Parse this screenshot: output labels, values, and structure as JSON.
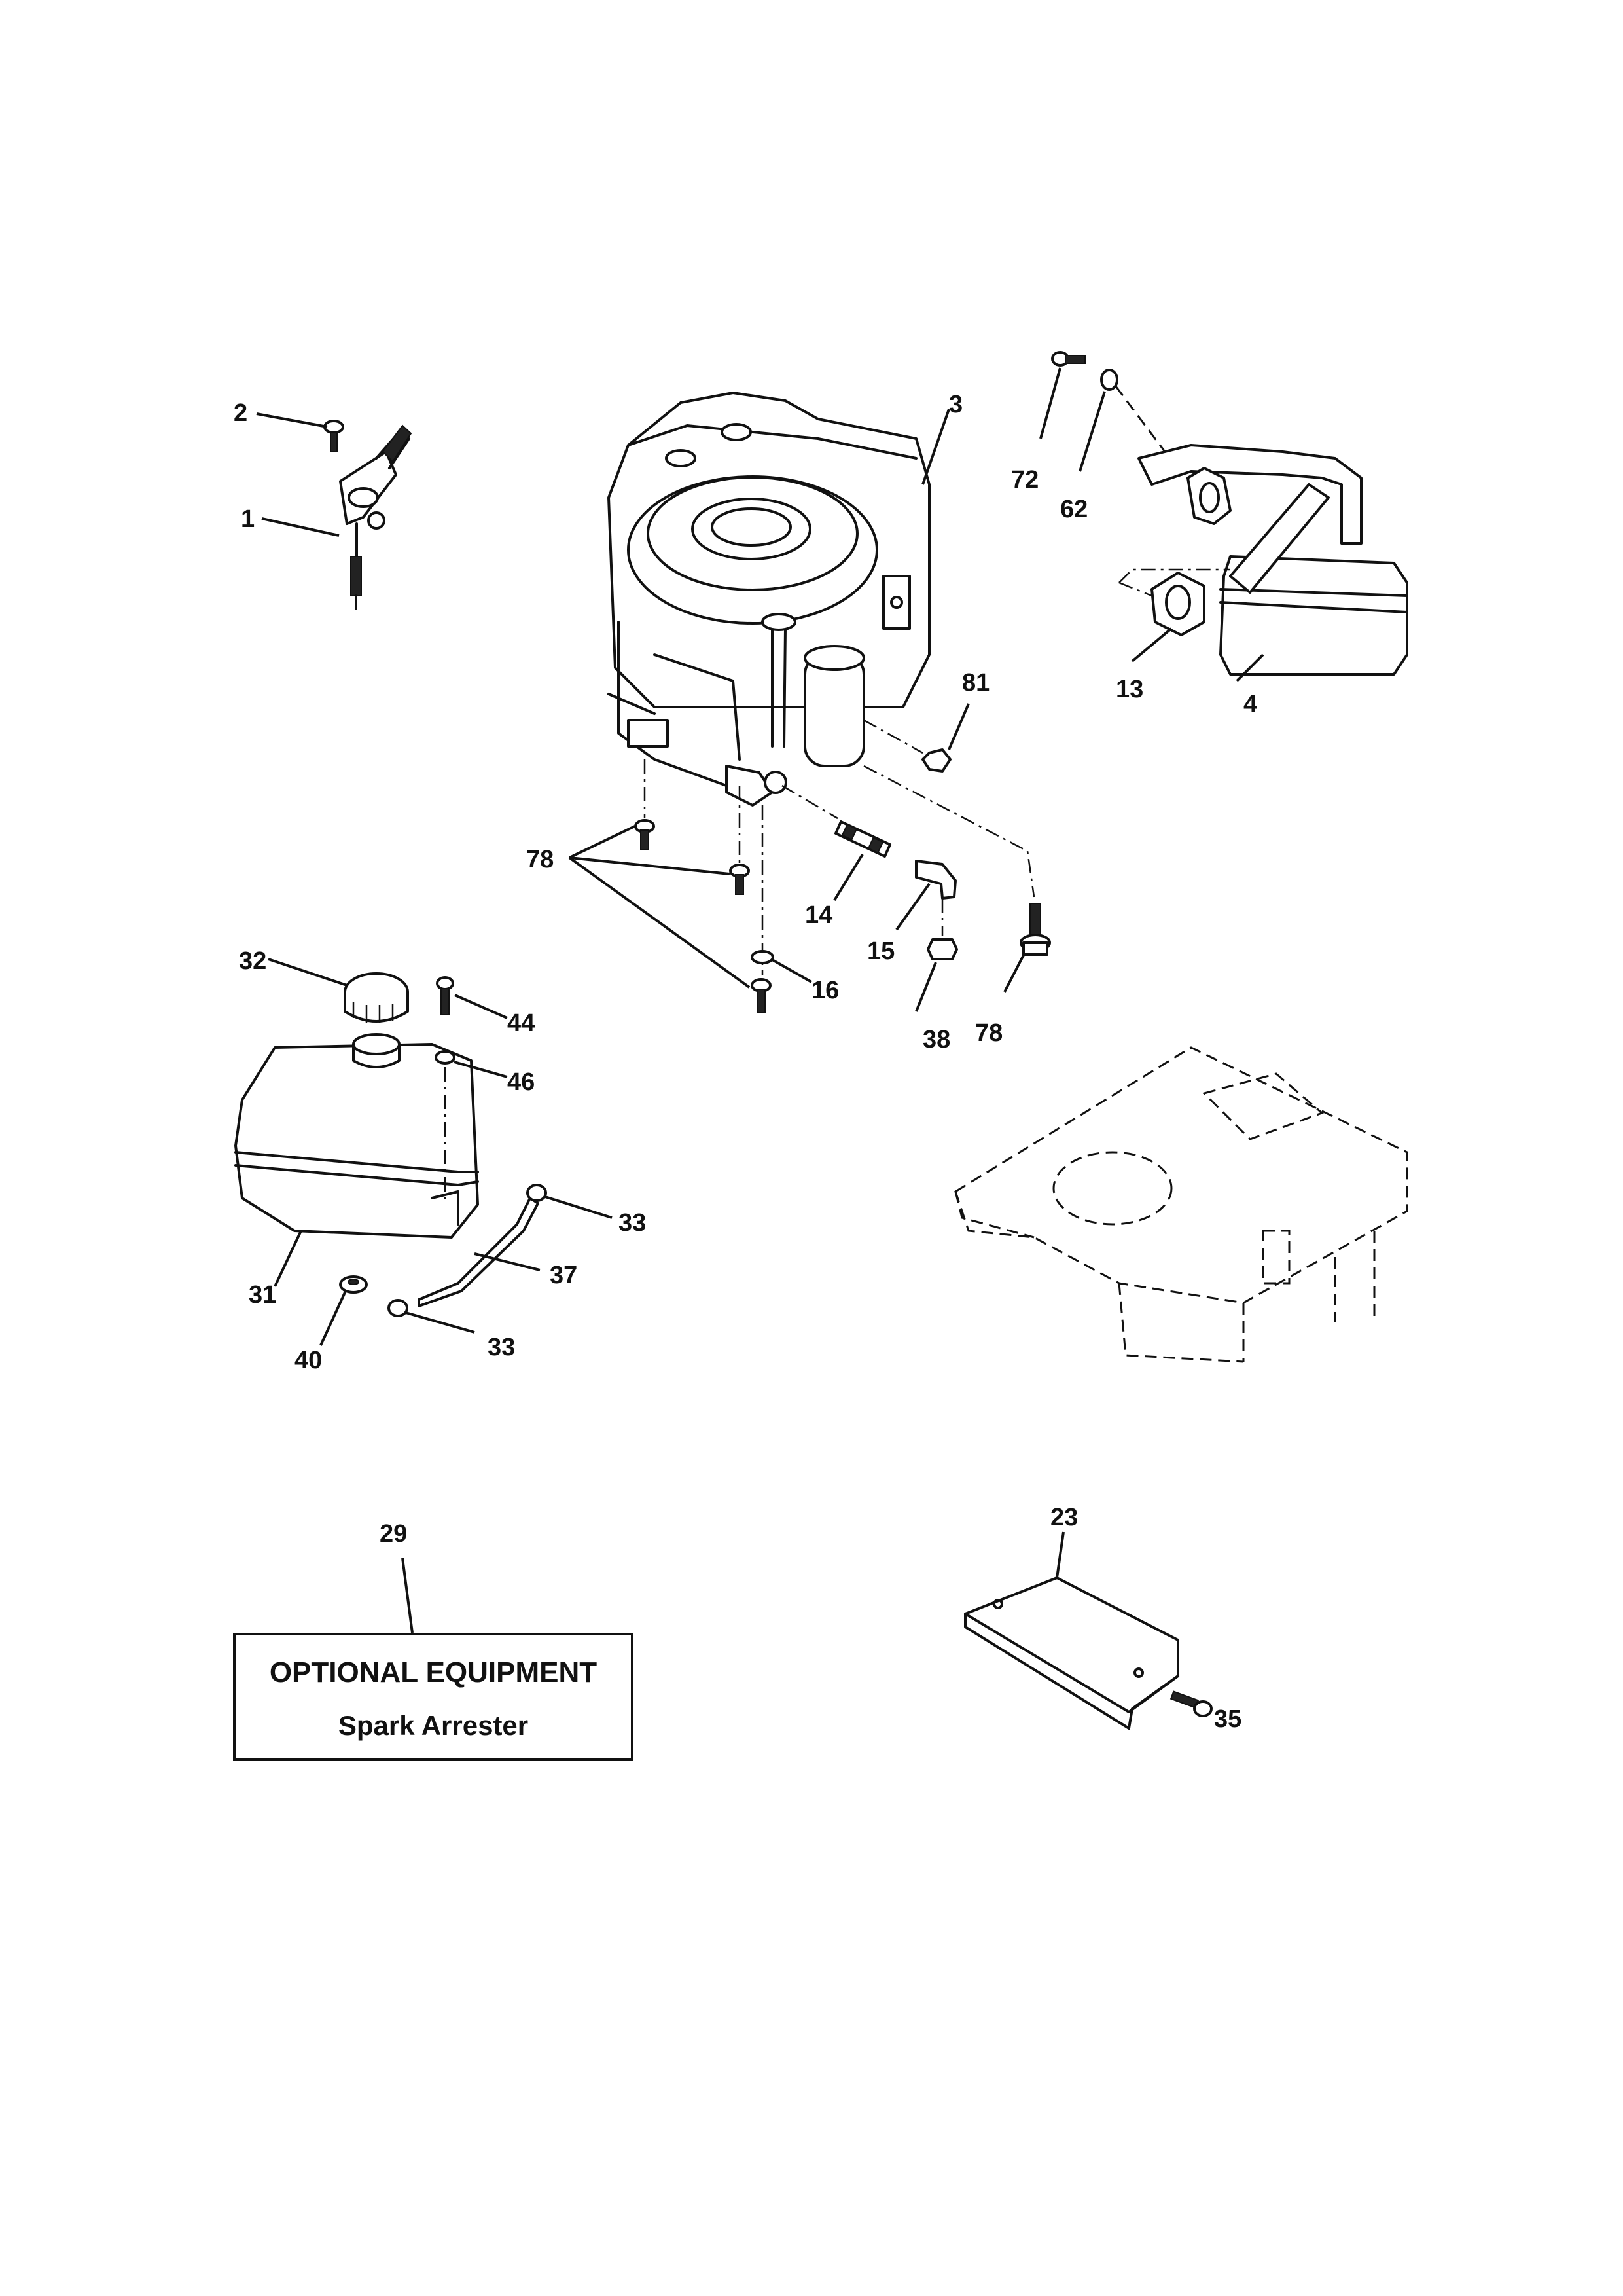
{
  "callouts": {
    "c1": "1",
    "c2": "2",
    "c3": "3",
    "c4": "4",
    "c13": "13",
    "c14": "14",
    "c15": "15",
    "c16": "16",
    "c23": "23",
    "c29": "29",
    "c31": "31",
    "c32": "32",
    "c33a": "33",
    "c33b": "33",
    "c35": "35",
    "c37": "37",
    "c38": "38",
    "c40": "40",
    "c44": "44",
    "c46": "46",
    "c62": "62",
    "c72": "72",
    "c78a": "78",
    "c78b": "78",
    "c81": "81"
  },
  "optional_box": {
    "title": "OPTIONAL EQUIPMENT",
    "item": "Spark Arrester"
  }
}
